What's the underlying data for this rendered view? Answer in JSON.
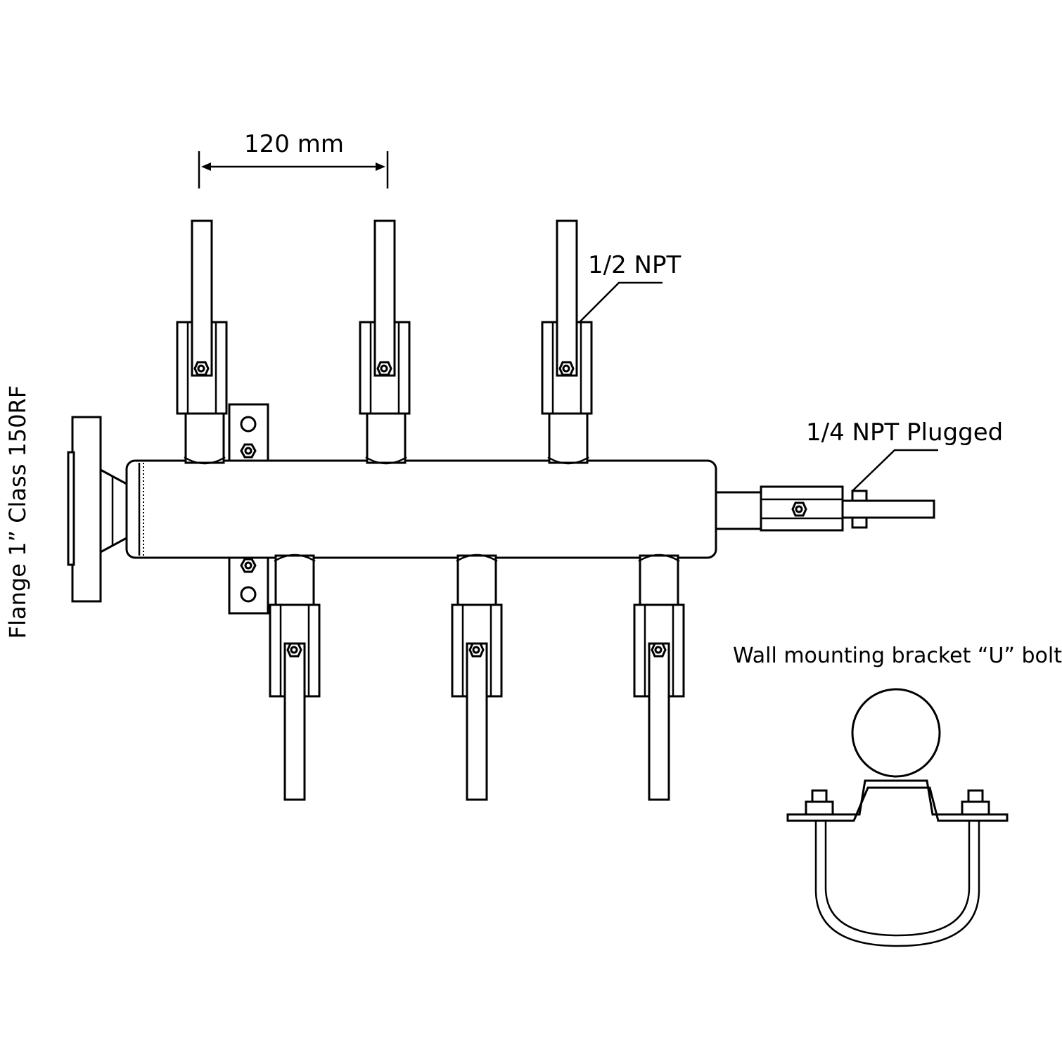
{
  "colors": {
    "stroke": "#000000",
    "background": "#ffffff"
  },
  "labels": {
    "dimension": "120 mm",
    "outlet_thread": "1/2 NPT",
    "end_port": "1/4 NPT Plugged",
    "flange": "Flange 1” Class 150RF",
    "bracket": "Wall mounting bracket “U” bolt"
  },
  "components": {
    "top_valves": 3,
    "bottom_valves": 3
  }
}
